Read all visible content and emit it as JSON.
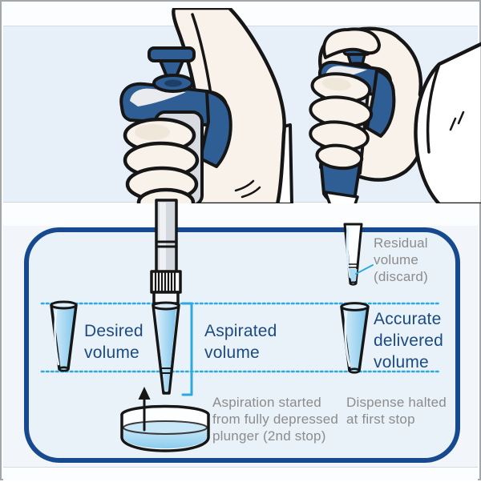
{
  "figure": {
    "labels": {
      "desired_volume": "Desired volume",
      "aspirated_volume": "Aspirated volume",
      "accurate_delivered_volume": "Accurate delivered volume",
      "residual_volume": "Residual volume (discard)",
      "aspiration_note": "Aspiration started from fully depressed plunger (2nd stop)",
      "dispense_note": "Dispense halted at first stop"
    },
    "colors": {
      "label_blue": "#1b4b80",
      "note_gray": "#8c8c8c",
      "guide_cyan": "#2da9e1",
      "card_border_blue": "#17498f",
      "panel_blue": "#e7f0f8",
      "pipette_blue": "#2e5e93",
      "tip_liquid_blue": "#7cc4ea",
      "outline_black": "#161616"
    }
  }
}
